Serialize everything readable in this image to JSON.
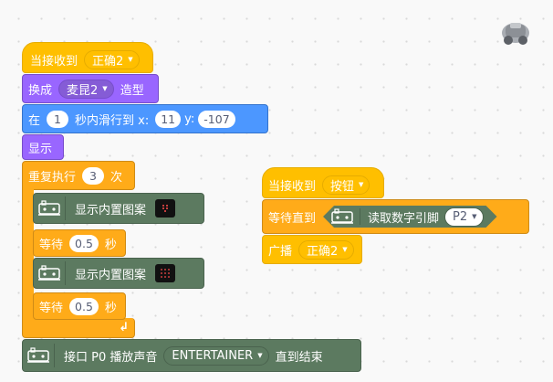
{
  "script_left": {
    "hat": {
      "label": "当接收到",
      "message": "正确2"
    },
    "switch_costume": {
      "label_pre": "换成",
      "costume": "麦昆2",
      "label_post": "造型"
    },
    "glide": {
      "pre": "在",
      "secs": "1",
      "mid": "秒内滑行到 x:",
      "x": "11",
      "ylabel": "y:",
      "y": "-107"
    },
    "show": {
      "label": "显示"
    },
    "repeat": {
      "pre": "重复执行",
      "times": "3",
      "post": "次"
    },
    "show_pattern_1": {
      "label": "显示内置图案"
    },
    "wait_1": {
      "pre": "等待",
      "secs": "0.5",
      "post": "秒"
    },
    "show_pattern_2": {
      "label": "显示内置图案"
    },
    "wait_2": {
      "pre": "等待",
      "secs": "0.5",
      "post": "秒"
    },
    "play_sound": {
      "pre": "接口 P0 播放声音",
      "sound": "ENTERTAINER",
      "post": "直到结束"
    }
  },
  "script_right": {
    "hat": {
      "label": "当接收到",
      "message": "按钮"
    },
    "wait_until": {
      "label": "等待直到",
      "read_label": "读取数字引脚",
      "pin": "P2"
    },
    "broadcast": {
      "label": "广播",
      "message": "正确2"
    }
  },
  "colors": {
    "events": "#FFBF00",
    "control": "#FFAB19",
    "looks": "#9966FF",
    "motion": "#4C97FF",
    "extension": "#5C7A60"
  },
  "icons": {
    "extension": "microbit-board-icon",
    "repeat": "loop-arrow-icon",
    "sprite": "car-sprite-thumbnail"
  }
}
